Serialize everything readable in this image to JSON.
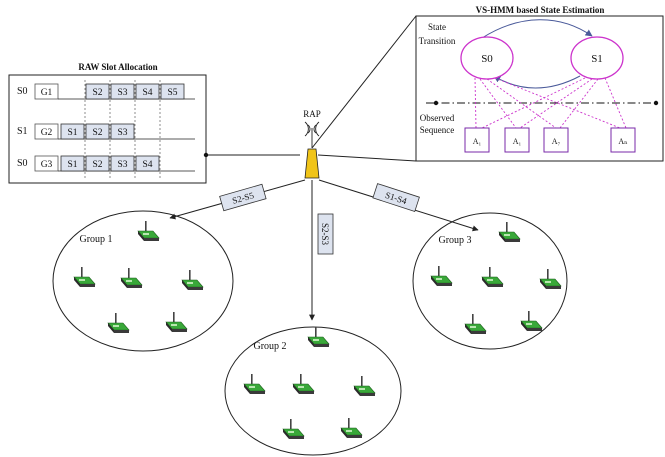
{
  "raw_panel": {
    "title": "RAW Slot Allocation",
    "rows": [
      {
        "state": "S0",
        "group": "G1",
        "slots": [
          "S2",
          "S3",
          "S4",
          "S5"
        ]
      },
      {
        "state": "S1",
        "group": "G2",
        "slots": [
          "S1",
          "S2",
          "S3"
        ]
      },
      {
        "state": "S0",
        "group": "G3",
        "slots": [
          "S1",
          "S2",
          "S3",
          "S4"
        ]
      }
    ]
  },
  "hmm_panel": {
    "title": "VS-HMM based State Estimation",
    "state_transition_label": [
      "State",
      "Transition"
    ],
    "observed_sequence_label": [
      "Observed",
      "Sequence"
    ],
    "states": [
      "S0",
      "S1"
    ],
    "observations": [
      "A₁",
      "A₁",
      "A₇",
      "Aₙ"
    ]
  },
  "rap_label": "RAP",
  "link_labels": [
    "S2-S5",
    "S2-S3",
    "S1-S4"
  ],
  "groups": [
    "Group 1",
    "Group 2",
    "Group 3"
  ],
  "colors": {
    "device_green": "#2e9a2e",
    "device_dark": "#3c3c3c",
    "hmm_pink": "#cc33cc",
    "hmm_blue": "#4a5a9a",
    "slot_fill": "#dde3ef",
    "rap_yellow": "#f0c419"
  },
  "icons": [
    "wifi-signal-icon",
    "sensor-node-icon"
  ]
}
